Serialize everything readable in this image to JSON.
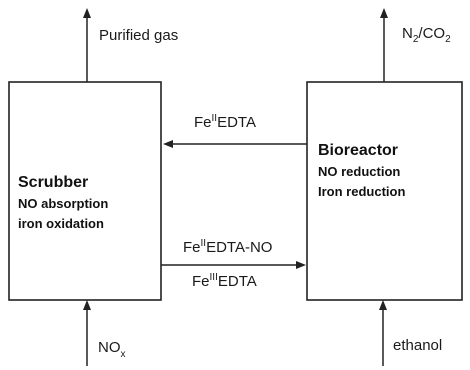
{
  "scrubber": {
    "title": "Scrubber",
    "line1": "NO absorption",
    "line2": "iron oxidation"
  },
  "bioreactor": {
    "title": "Bioreactor",
    "line1": "NO reduction",
    "line2": "Iron reduction"
  },
  "top_left_label": "Purified gas",
  "top_right_label": {
    "base": "N",
    "sub": "2",
    "rest": "/CO",
    "sub2": "2"
  },
  "bottom_left_label": {
    "base": "NO",
    "sub": "x"
  },
  "bottom_right_label": "ethanol",
  "arrow_to_scrubber": {
    "prefix": "Fe",
    "sup": "II",
    "suffix": "EDTA"
  },
  "arrow_to_bioreactor_1": {
    "prefix": "Fe",
    "sup": "II",
    "suffix": "EDTA-NO"
  },
  "arrow_to_bioreactor_2": {
    "prefix": "Fe",
    "sup": "III",
    "suffix": "EDTA"
  }
}
